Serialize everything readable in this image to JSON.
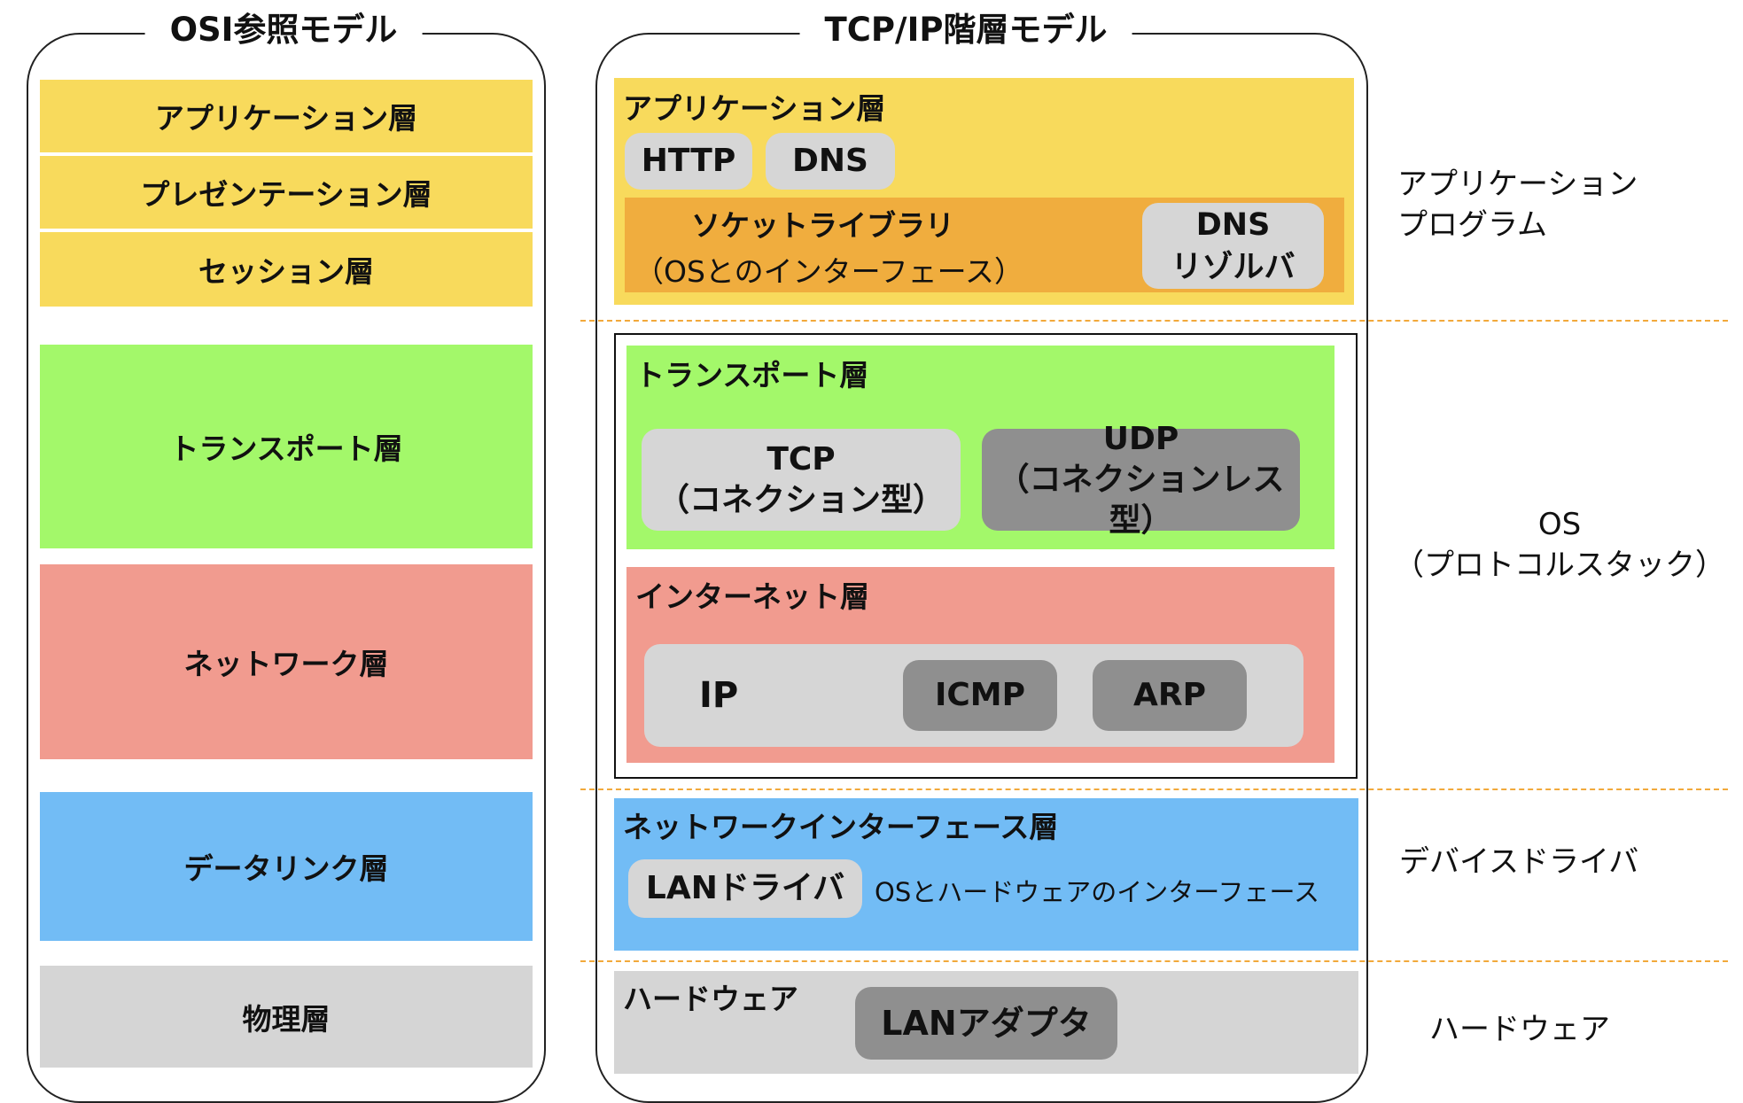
{
  "osi": {
    "title": "OSI参照モデル",
    "layers": {
      "application": "アプリケーション層",
      "presentation": "プレゼンテーション層",
      "session": "セッション層",
      "transport": "トランスポート層",
      "network": "ネットワーク層",
      "datalink": "データリンク層",
      "physical": "物理層"
    }
  },
  "tcpip": {
    "title": "TCP/IP階層モデル",
    "application": {
      "label": "アプリケーション層",
      "http": "HTTP",
      "dns": "DNS",
      "socket_title": "ソケットライブラリ",
      "socket_sub": "（OSとのインターフェース）",
      "resolver_line1": "DNS",
      "resolver_line2": "リゾルバ"
    },
    "transport": {
      "label": "トランスポート層",
      "tcp_line1": "TCP",
      "tcp_line2": "（コネクション型）",
      "udp_line1": "UDP",
      "udp_line2": "（コネクションレス型）"
    },
    "internet": {
      "label": "インターネット層",
      "ip": "IP",
      "icmp": "ICMP",
      "arp": "ARP"
    },
    "netif": {
      "label": "ネットワークインターフェース層",
      "lan_driver": "LANドライバ",
      "note": "OSとハードウェアのインターフェース"
    },
    "hardware": {
      "label": "ハードウェア",
      "lan_adapter": "LANアダプタ"
    }
  },
  "side_labels": {
    "app_line1": "アプリケーション",
    "app_line2": "プログラム",
    "os_line1": "OS",
    "os_line2": "（プロトコルスタック）",
    "driver": "デバイスドライバ",
    "hardware": "ハードウェア"
  },
  "colors": {
    "application": "#f8da5c",
    "socket": "#f0ad3e",
    "transport": "#a3f86a",
    "network": "#f19b8f",
    "datalink": "#72bcf5",
    "physical": "#d5d5d5",
    "separator": "#f2a93b"
  }
}
